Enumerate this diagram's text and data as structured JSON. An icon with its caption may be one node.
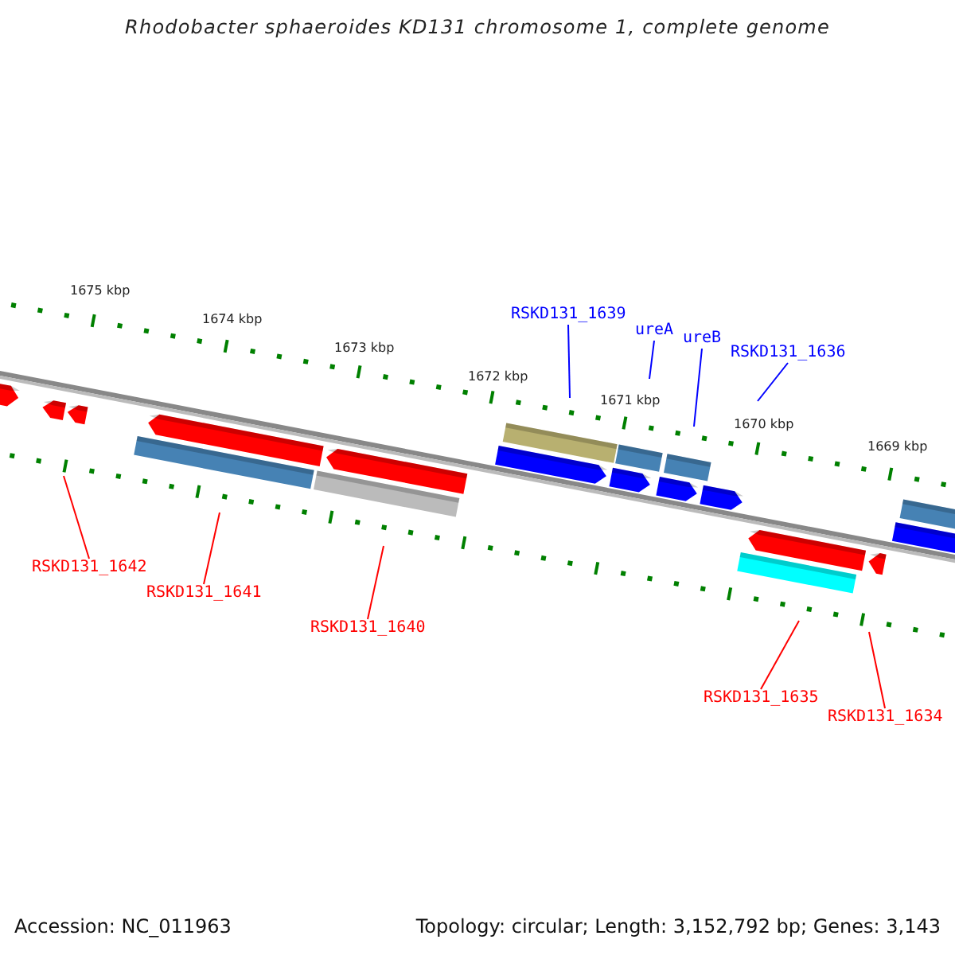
{
  "diagram": {
    "title": "Rhodobacter sphaeroides KD131 chromosome 1, complete genome",
    "nodes": [
      {
        "text": [
          "RSKD131_1639"
        ]
      },
      {
        "text": [
          "ureA"
        ]
      },
      {
        "text": [
          "ureB"
        ]
      },
      {
        "text": [
          "RSKD131_1636"
        ]
      },
      {
        "text": [
          "RSKD131_1642"
        ]
      },
      {
        "text": [
          "RSKD131_1641"
        ]
      },
      {
        "text": [
          "RSKD131_1640"
        ]
      },
      {
        "text": [
          "RSKD131_1635"
        ]
      },
      {
        "text": [
          "RSKD131_1634"
        ]
      }
    ],
    "edges": [
      {
        "from": 0,
        "to": null,
        "arrow": "none",
        "color": "#0000ff"
      },
      {
        "from": 1,
        "to": null,
        "arrow": "none",
        "color": "#0000ff"
      },
      {
        "from": 2,
        "to": null,
        "arrow": "none",
        "color": "#0000ff"
      },
      {
        "from": 3,
        "to": null,
        "arrow": "none",
        "color": "#0000ff"
      },
      {
        "from": 4,
        "to": null,
        "arrow": "none"
      },
      {
        "from": 5,
        "to": null,
        "arrow": "none"
      },
      {
        "from": 6,
        "to": null,
        "arrow": "none"
      },
      {
        "from": 7,
        "to": null,
        "arrow": "none"
      },
      {
        "from": 8,
        "to": null,
        "arrow": "none"
      }
    ],
    "labels": [
      "1675 kbp",
      "1674 kbp",
      "1673 kbp",
      "1672 kbp",
      "1671 kbp",
      "1670 kbp",
      "1669 kbp",
      "Accession: NC_011963",
      "Topology: circular; Length: 3,152,792 bp; Genes: 3,143"
    ]
  }
}
